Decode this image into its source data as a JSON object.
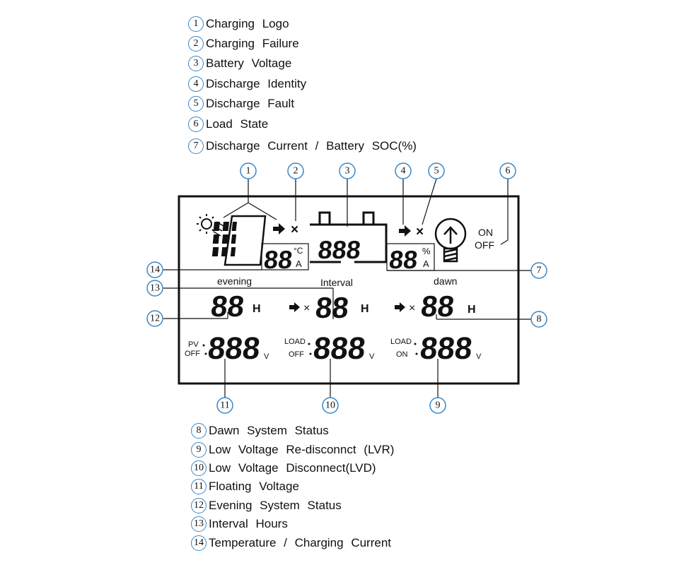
{
  "legend_top": [
    {
      "num": "1",
      "text": "Charging Logo"
    },
    {
      "num": "2",
      "text": "Charging Failure"
    },
    {
      "num": "3",
      "text": "Battery Voltage"
    },
    {
      "num": "4",
      "text": "Discharge Identity"
    },
    {
      "num": "5",
      "text": "Discharge Fault"
    },
    {
      "num": "6",
      "text": "Load State"
    },
    {
      "num": "7",
      "text": "Discharge Current / Battery SOC(%)"
    }
  ],
  "legend_bottom": [
    {
      "num": "8",
      "text": "Dawn System Status"
    },
    {
      "num": "9",
      "text": "Low Voltage Re-disconnct (LVR)"
    },
    {
      "num": "10",
      "text": "Low Voltage Disconnect(LVD)"
    },
    {
      "num": "11",
      "text": "Floating Voltage"
    },
    {
      "num": "12",
      "text": "Evening System Status"
    },
    {
      "num": "13",
      "text": "Interval Hours"
    },
    {
      "num": "14",
      "text": "Temperature / Charging Current"
    }
  ],
  "lcd": {
    "temp_current_digits": "88",
    "unit_celsius": "°C",
    "unit_amp": "A",
    "battery_digits": "888",
    "soc_digits": "88",
    "unit_percent": "%",
    "unit_amp2": "A",
    "on_label": "ON",
    "off_label": "OFF",
    "evening_label": "evening",
    "interval_label": "Interval",
    "dawn_label": "dawn",
    "evening_digits": "88",
    "interval_digits": "88",
    "dawn_digits": "88",
    "hours_unit": "H",
    "times_sign": "×",
    "cross_mark": "×",
    "pv_label": "PV",
    "pv_off_label": "OFF",
    "float_digits": "888",
    "load_label": "LOAD",
    "lvd_off_label": "OFF",
    "lvr_on_label": "ON",
    "volt_unit": "V"
  },
  "callouts": [
    "1",
    "2",
    "3",
    "4",
    "5",
    "6",
    "7",
    "8",
    "9",
    "10",
    "11",
    "12",
    "13",
    "14"
  ],
  "icons": [
    "sun-icon",
    "solar-panel-icon",
    "arrow-right-icon",
    "cross-icon",
    "battery-icon",
    "bulb-icon"
  ],
  "colors": {
    "callout": "#3a86c8",
    "lcd_border": "#111111",
    "ink": "#111111"
  }
}
